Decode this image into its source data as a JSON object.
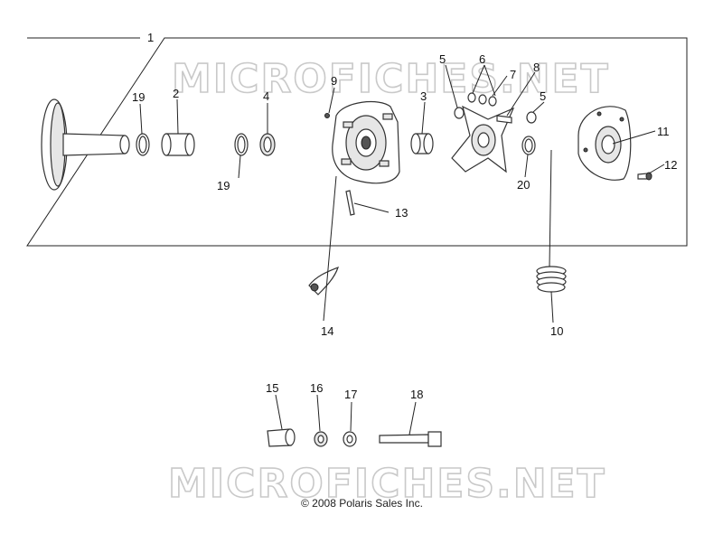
{
  "watermark": "MICROFICHES.NET",
  "copyright": "© 2008 Polaris Sales Inc.",
  "callouts": {
    "c1": "1",
    "c2": "2",
    "c3": "3",
    "c4": "4",
    "c5a": "5",
    "c5b": "5",
    "c6": "6",
    "c7": "7",
    "c8": "8",
    "c9": "9",
    "c10": "10",
    "c11": "11",
    "c12": "12",
    "c13": "13",
    "c14": "14",
    "c15": "15",
    "c16": "16",
    "c17": "17",
    "c18": "18",
    "c19a": "19",
    "c19b": "19",
    "c20": "20"
  }
}
